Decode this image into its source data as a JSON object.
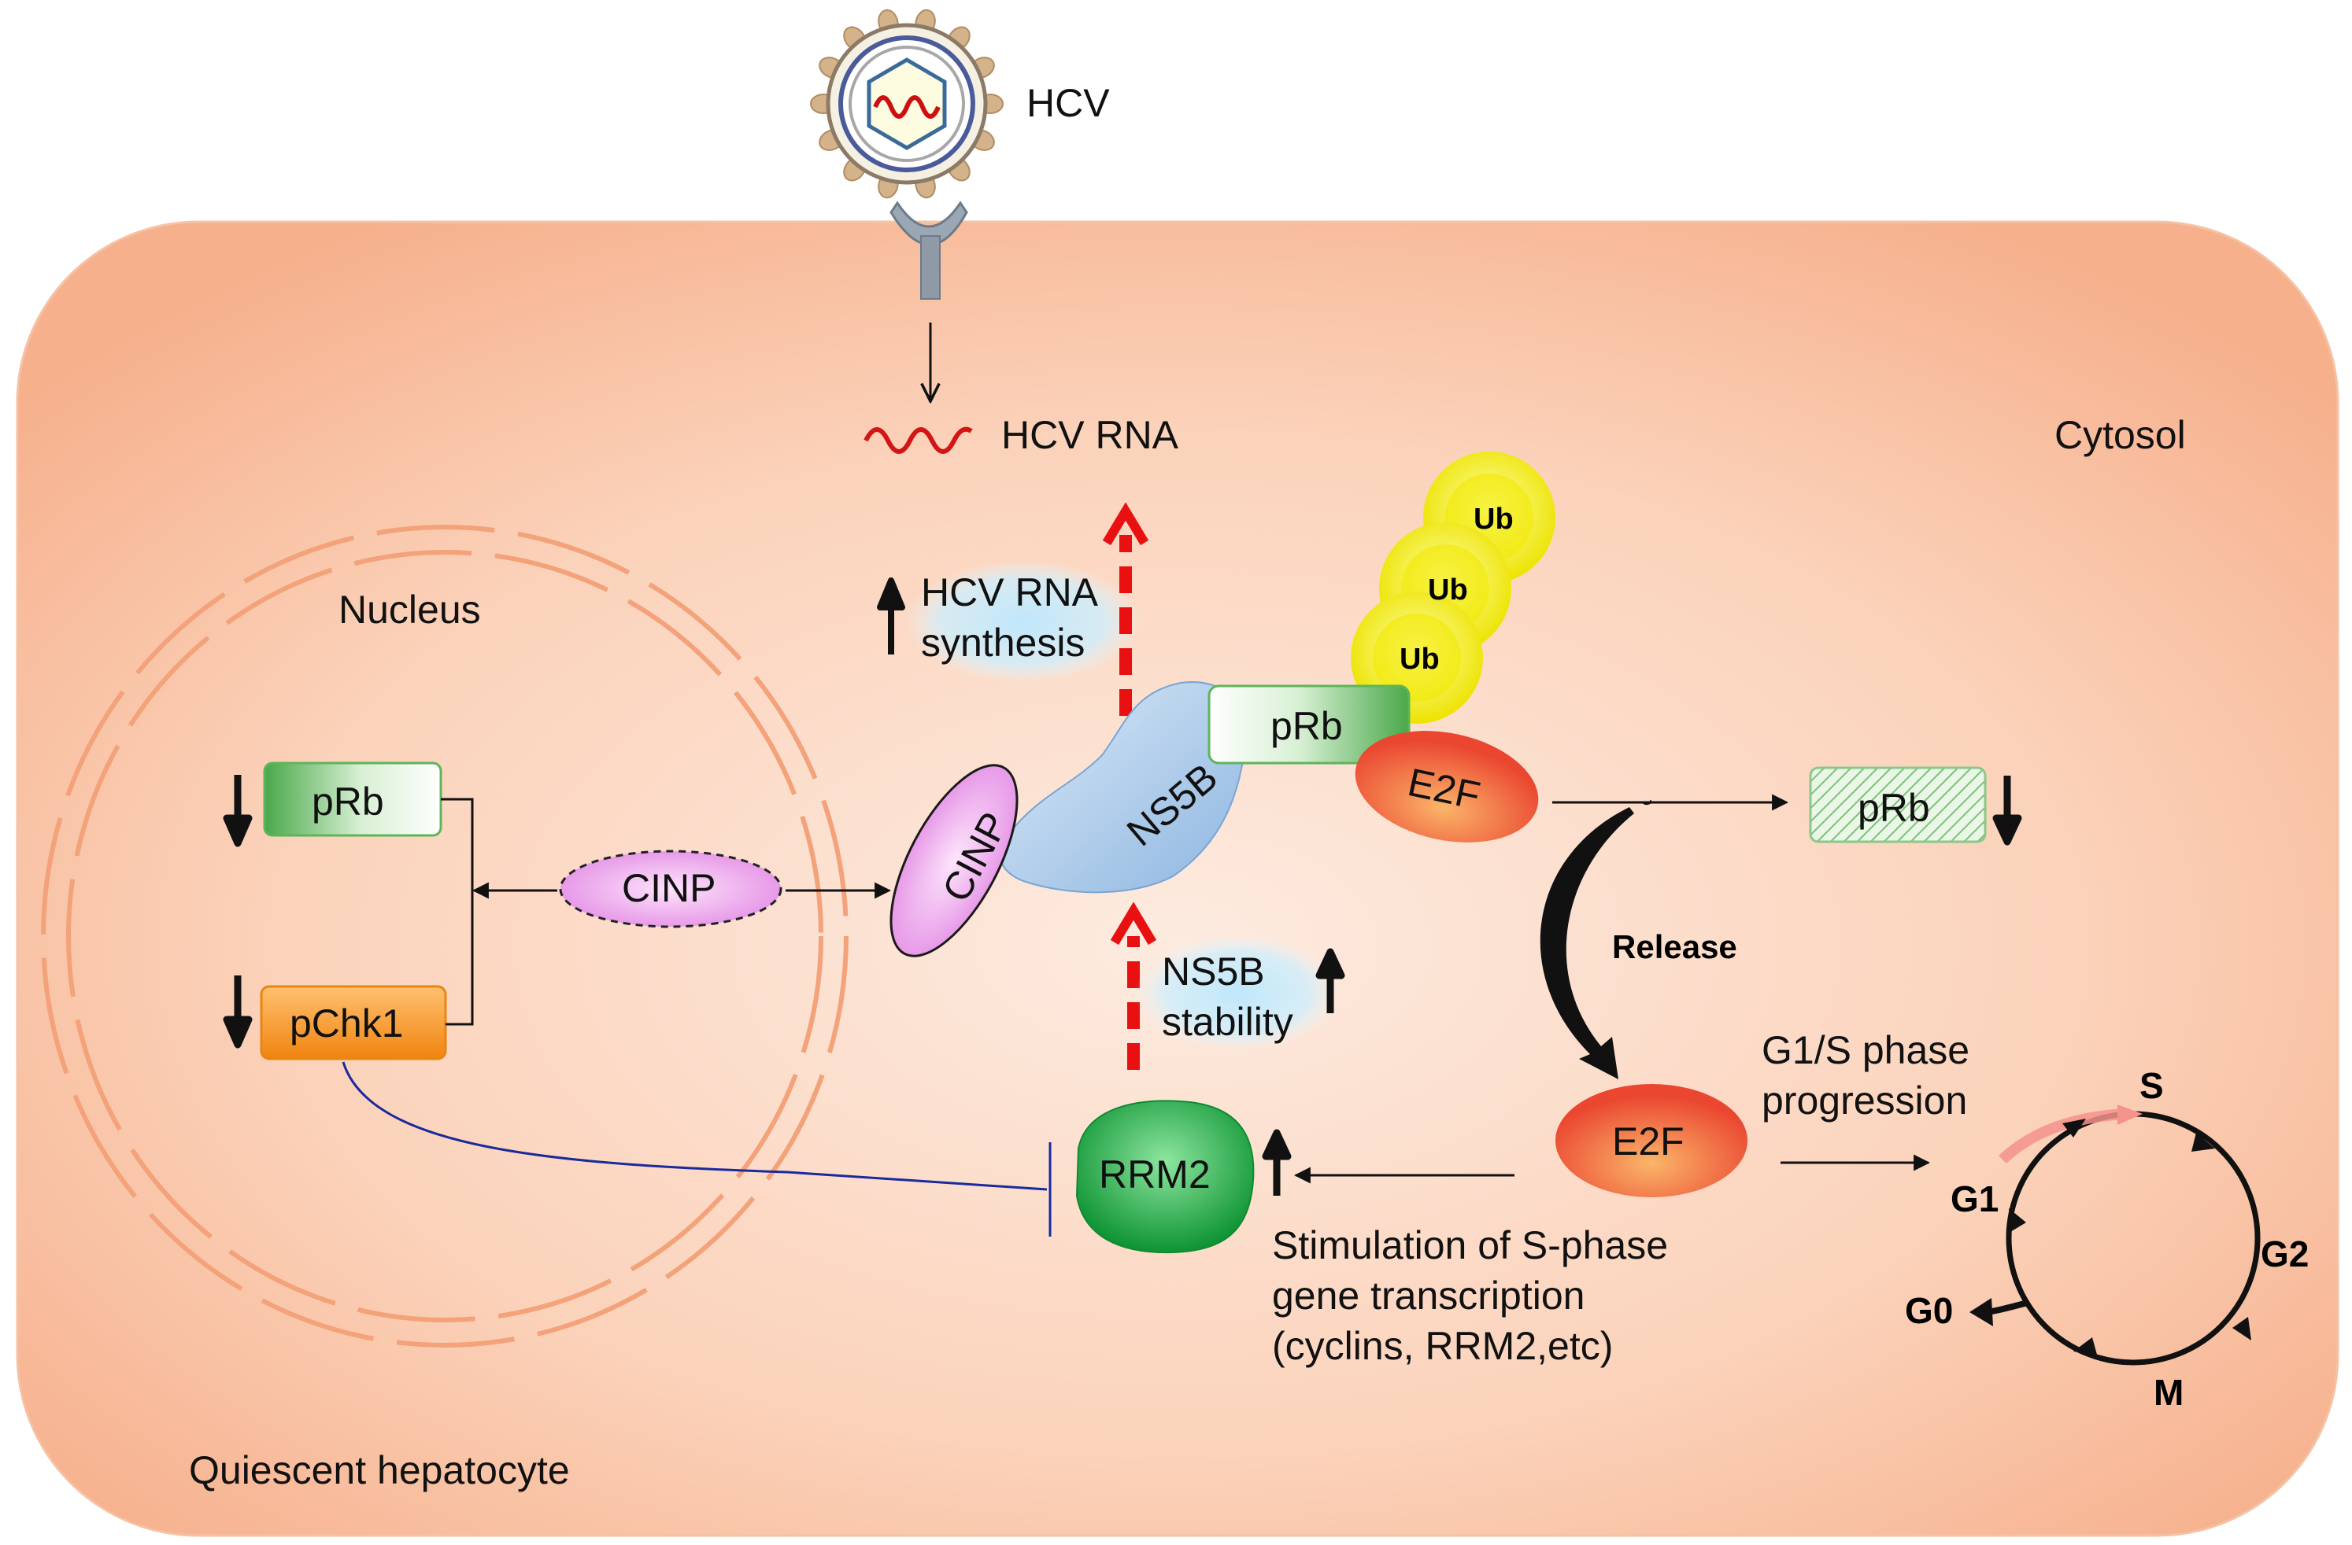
{
  "colors": {
    "cell_bg_center": "#fde6d8",
    "cell_bg_edge": "#f8b895",
    "red_arrow": "#e81010",
    "inhibit_line": "#1a2a9c",
    "pRb_green": "#5ab55a",
    "pChk1_orange": "#f6921e",
    "cinp_pink": "#e27fe4",
    "ns5b_blue": "#9ec3e6",
    "e2f_red": "#ef5a3a",
    "rrm2_green": "#16a03c",
    "ub_yellow": "#f0ea00"
  },
  "labels": {
    "hcv": "HCV",
    "hcv_rna": "HCV RNA",
    "cytosol": "Cytosol",
    "nucleus": "Nucleus",
    "hcv_rna_synthesis": [
      "HCV RNA",
      "synthesis"
    ],
    "ns5b": "NS5B",
    "prb": "pRb",
    "e2f": "E2F",
    "ub": "Ub",
    "cinp": "CINP",
    "pchk1": "pChk1",
    "release": "Release",
    "ns5b_stability": [
      "NS5B",
      "stability"
    ],
    "rrm2": "RRM2",
    "g1s": [
      "G1/S phase",
      "progression"
    ],
    "stimulation": [
      "Stimulation of S-phase",
      "gene transcription",
      "(cyclins,  RRM2,etc)"
    ],
    "phases": {
      "s": "S",
      "g1": "G1",
      "g2": "G2",
      "m": "M",
      "g0": "G0"
    },
    "quiescent": "Quiescent hepatocyte"
  }
}
